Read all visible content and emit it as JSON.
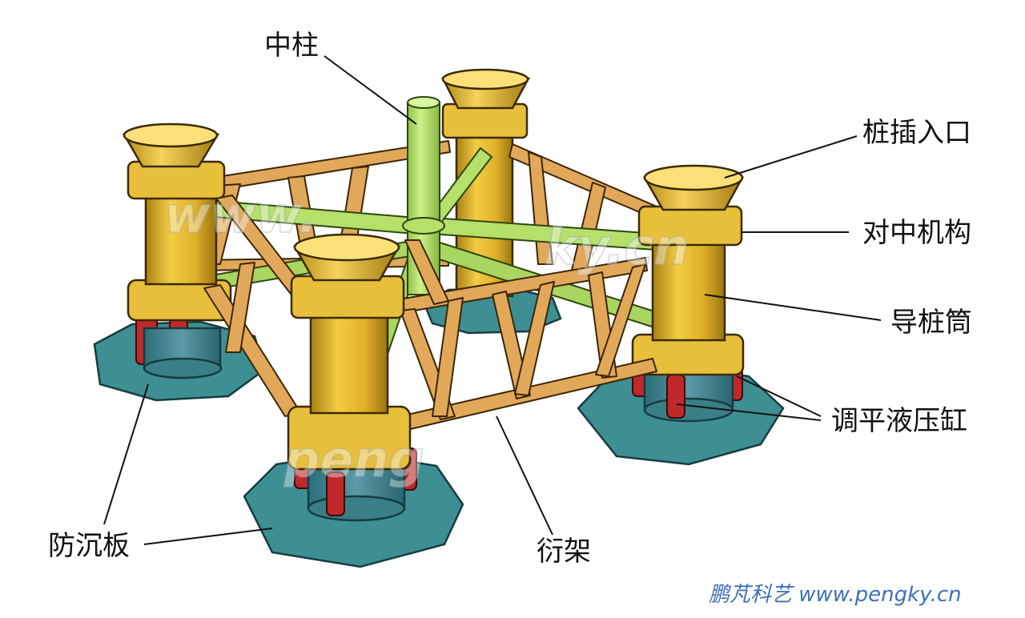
{
  "labels": {
    "center_column": "中柱",
    "pile_entry": "桩插入口",
    "centering_mechanism": "对中机构",
    "pile_sleeve": "导桩筒",
    "leveling_cylinder": "调平液压缸",
    "mud_mat": "防沉板",
    "truss": "衍架"
  },
  "watermarks": {
    "www": "www.",
    "domain": "ky.cn",
    "peng": "peng"
  },
  "credit": "鹏芃科艺 www.pengky.cn",
  "colors": {
    "truss": "#e2a85a",
    "column": "#b5e06a",
    "sleeve": "#e6bb2e",
    "mudmat": "#3d8f93",
    "cylinder": "#c0282a",
    "credit": "#3f6fb5"
  }
}
